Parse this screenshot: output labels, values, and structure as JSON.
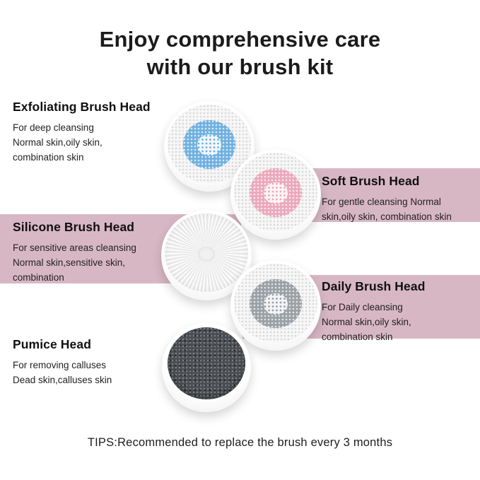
{
  "title": {
    "line1": "Enjoy comprehensive care",
    "line2": "with our brush kit"
  },
  "sections": [
    {
      "id": "exfoliating",
      "heading": "Exfoliating Brush Head",
      "lines": [
        "For deep cleansing",
        "Normal skin,oily skin,",
        "combination skin"
      ]
    },
    {
      "id": "soft",
      "heading": "Soft Brush Head",
      "lines": [
        "For gentle cleansing Normal",
        "skin,oily skin, combination skin"
      ]
    },
    {
      "id": "silicone",
      "heading": "Silicone Brush Head",
      "lines": [
        "For sensitive areas cleansing",
        "Normal skin,sensitive skin,",
        "combination"
      ]
    },
    {
      "id": "daily",
      "heading": "Daily Brush Head",
      "lines": [
        "For Daily cleansing",
        "Normal skin,oily skin,",
        "combination skin"
      ]
    },
    {
      "id": "pumice",
      "heading": "Pumice Head",
      "lines": [
        "For removing calluses",
        "Dead skin,calluses skin"
      ]
    }
  ],
  "tip": "TIPS:Recommended to replace the brush every 3 months",
  "colors": {
    "band_pink": "#d8b7c4",
    "exfoliating_blue": "#6fb0e0",
    "soft_pink": "#eba8bc",
    "daily_gray": "#9aa0a5",
    "pumice_dark": "#4b4f53",
    "title_text": "#1b1b1b",
    "body_text": "#222222"
  }
}
